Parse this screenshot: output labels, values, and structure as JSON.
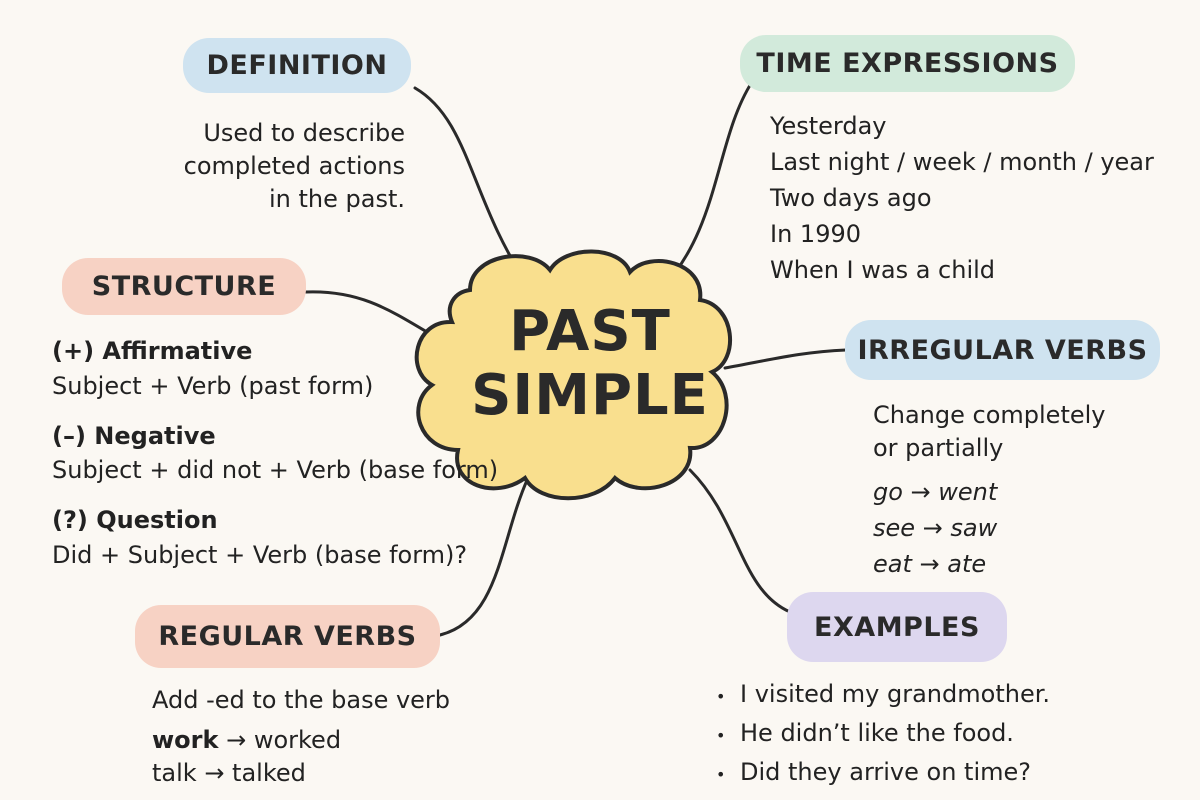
{
  "center": {
    "line1": "PAST",
    "line2": "SIMPLE"
  },
  "definition": {
    "title": "DEFINITION",
    "lines": [
      "Used to describe",
      "completed actions",
      "in the past."
    ]
  },
  "time_expressions": {
    "title": "TIME EXPRESSIONS",
    "items": [
      "Yesterday",
      "Last night / week / month / year",
      "Two days ago",
      "In 1990",
      "When I was a child"
    ]
  },
  "structure": {
    "title": "STRUCTURE",
    "affirmative_label": "(+) Affirmative",
    "affirmative_formula": "Subject + Verb (past form)",
    "negative_label": "(–) Negative",
    "negative_formula": "Subject + did not + Verb (base form)",
    "question_label": "(?) Question",
    "question_formula": "Did + Subject + Verb (base form)?"
  },
  "irregular_verbs": {
    "title": "IRREGULAR VERBS",
    "lines": [
      "Change completely",
      "or partially"
    ],
    "examples": [
      "go → went",
      "see → saw",
      "eat → ate"
    ]
  },
  "regular_verbs": {
    "title": "REGULAR VERBS",
    "rule": "Add -ed to the base verb",
    "ex1_base": "work",
    "ex1_rest": " → worked",
    "ex2": "talk → talked"
  },
  "examples": {
    "title": "EXAMPLES",
    "bullet": "•",
    "items": [
      "I visited my grandmother.",
      "He didn’t like the food.",
      "Did they arrive on time?"
    ]
  },
  "colors": {
    "background": "#fbf8f3",
    "cloud": "#f9df8e",
    "blue": "#cfe3f0",
    "green": "#d2eadb",
    "pink": "#f7d2c4",
    "lavender": "#ddd7ef"
  }
}
